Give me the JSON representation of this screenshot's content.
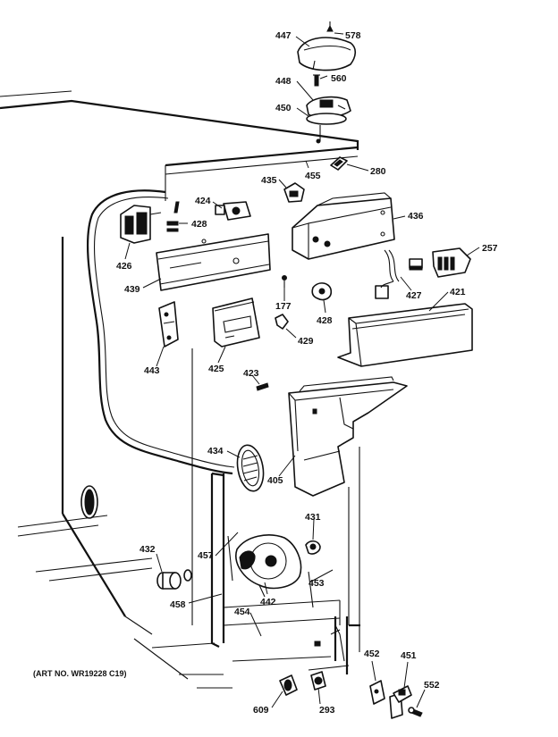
{
  "diagram": {
    "art_number": "(ART NO. WR19228 C19)",
    "labels": [
      "447",
      "578",
      "560",
      "448",
      "450",
      "455",
      "280",
      "435",
      "436",
      "424",
      "428",
      "426",
      "257",
      "439",
      "427",
      "421",
      "177",
      "428",
      "429",
      "443",
      "425",
      "423",
      "434",
      "405",
      "431",
      "432",
      "457",
      "442",
      "453",
      "458",
      "454",
      "452",
      "451",
      "552",
      "609",
      "293"
    ]
  }
}
